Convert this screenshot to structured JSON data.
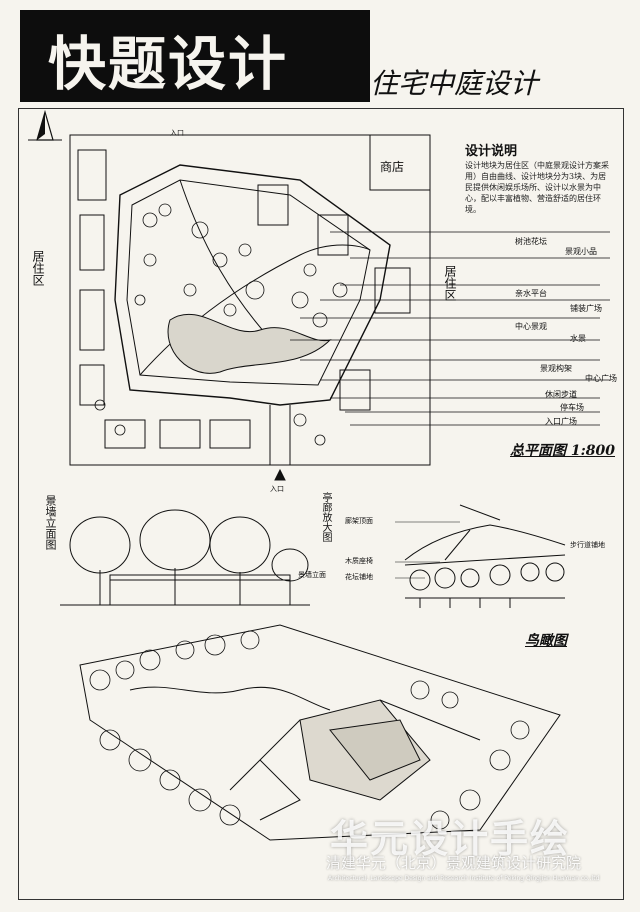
{
  "title": "快题设计",
  "subtitle": "住宅中庭设计",
  "plan": {
    "residential_left": "居住区",
    "residential_right": "居住区",
    "shop": "商店",
    "entrance_top": "入口",
    "entrance_bottom": "入口",
    "scale": "总平面图 1:800"
  },
  "description": {
    "heading": "设计说明",
    "body": "设计地块为居住区（中庭景观设计方案采用）自由曲线、设计地块分为3块、为居民提供休闲娱乐场所、设计以水景为中心，配以丰富植物、营造舒适的居住环境。"
  },
  "callouts": [
    "树池花坛",
    "景观小品",
    "亲水平台",
    "铺装广场",
    "中心景观",
    "水景",
    "景观构架",
    "中心广场",
    "休闲步道",
    "停车场",
    "入口广场"
  ],
  "section_left": {
    "title": "景墙立面图",
    "note": "景墙立面"
  },
  "section_right": {
    "title": "亭廊放大图",
    "labels": [
      "廊架顶面",
      "木质座椅",
      "花坛铺地",
      "步行道铺地"
    ]
  },
  "bird_view": "鸟瞰图",
  "watermark": {
    "main": "华元设计手绘",
    "sub": "清建华元（北京）景观建筑设计研究院",
    "en": "Architectural, Landscape Design and Research Institute of Peking Qingjian HuaYuan co.,ltd"
  }
}
